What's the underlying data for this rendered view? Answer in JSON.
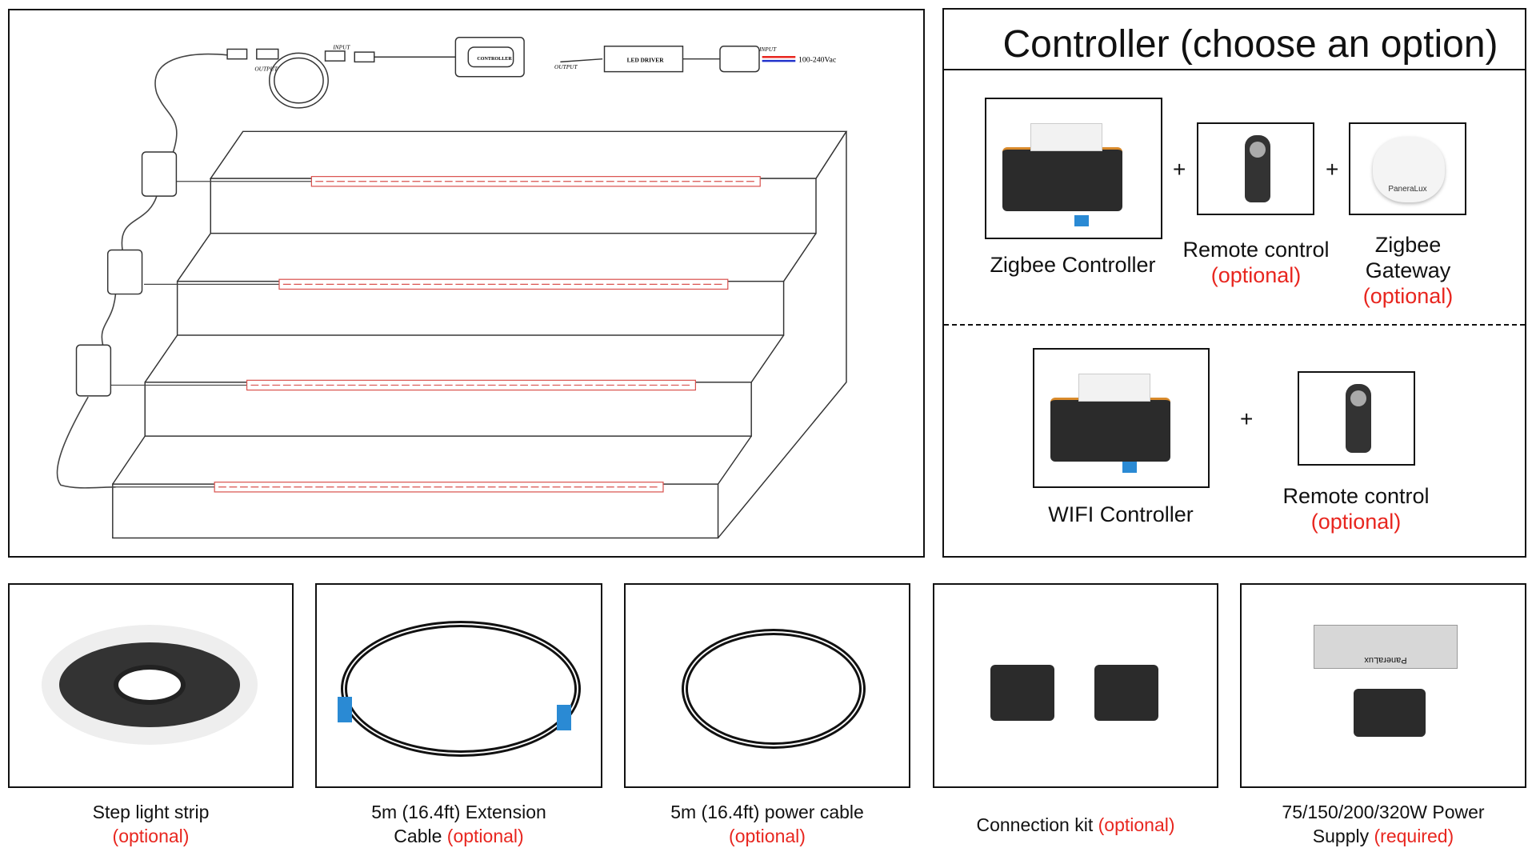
{
  "diagram": {
    "labels": {
      "output1": "OUTPUT",
      "input1": "INPUT",
      "controller": "CONTROLLER",
      "led_driver": "LED DRIVER",
      "output2": "OUTPUT",
      "input2": "INPUT",
      "voltage": "100-240Vac"
    },
    "colors": {
      "strip": "#d9534f",
      "live": "#e8261f",
      "neutral": "#2233cc"
    }
  },
  "controller_panel": {
    "title": "Controller (choose an option)",
    "option1": {
      "controller": "Zigbee Controller",
      "remote": {
        "name": "Remote control",
        "tag": "(optional)"
      },
      "gateway": {
        "name1": "Zigbee",
        "name2": "Gateway",
        "tag": "(optional)",
        "brand": "PaneraLux"
      }
    },
    "option2": {
      "controller": "WIFI Controller",
      "remote": {
        "name": "Remote control",
        "tag": "(optional)"
      }
    },
    "plus": "+"
  },
  "products": [
    {
      "name": "Step light strip",
      "tag": "(optional)"
    },
    {
      "name1": "5m (16.4ft) Extension",
      "name2": "Cable",
      "tag": "(optional)"
    },
    {
      "name": "5m (16.4ft) power cable",
      "tag": "(optional)"
    },
    {
      "name": "Connection kit",
      "tag": "(optional)"
    },
    {
      "name1": "75/150/200/320W Power",
      "name2": "Supply",
      "tag": "(required)",
      "brand": "PaneraLux"
    }
  ],
  "accent_color": "#e8261f"
}
